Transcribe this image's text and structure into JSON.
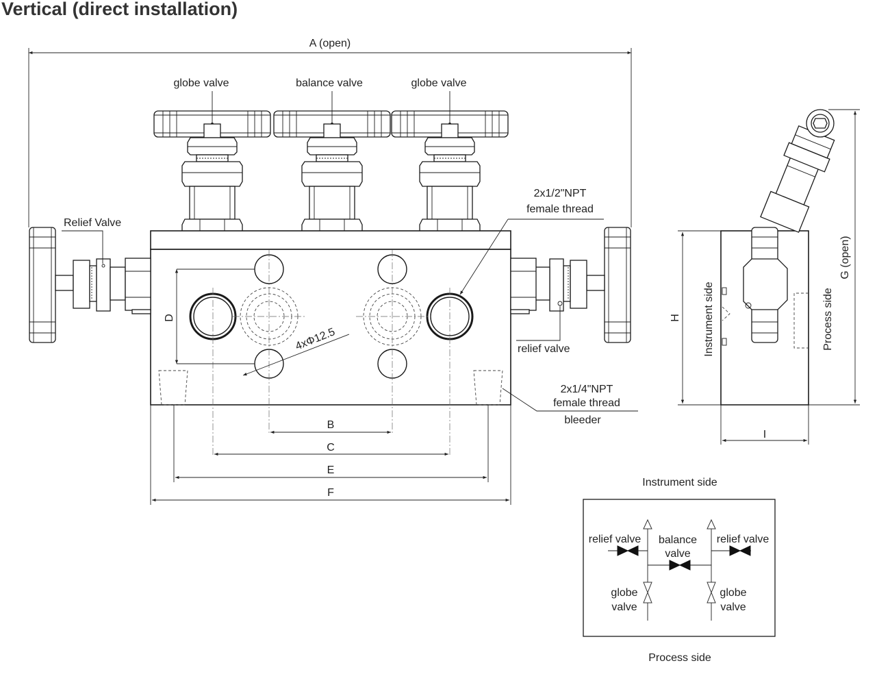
{
  "title": "Vertical (direct installation)",
  "labels": {
    "a_open": "A (open)",
    "globe_valve_left": "globe valve",
    "balance_valve": "balance valve",
    "globe_valve_right": "globe valve",
    "relief_valve_top": "Relief Valve",
    "npt_half_1": "2x1/2\"NPT",
    "npt_half_2": "female thread",
    "hole_dia": "4xΦ12.5",
    "relief_valve_lower": "relief valve",
    "npt_quarter_1": "2x1/4\"NPT",
    "npt_quarter_2": "female thread",
    "bleeder": "bleeder",
    "dim_b": "B",
    "dim_c": "C",
    "dim_d": "D",
    "dim_e": "E",
    "dim_f": "F",
    "dim_g": "G (open)",
    "dim_h": "H",
    "dim_i": "I",
    "instrument_side_vertical": "Instrument side",
    "process_side_vertical": "Process side"
  },
  "schematic": {
    "top": "Instrument side",
    "bottom": "Process side",
    "relief_left": "relief valve",
    "relief_right": "relief valve",
    "balance_1": "balance",
    "balance_2": "valve",
    "globe_left_1": "globe",
    "globe_left_2": "valve",
    "globe_right_1": "globe",
    "globe_right_2": "valve"
  },
  "colors": {
    "line": "#1a1a1a",
    "text": "#222222",
    "title": "#333333"
  }
}
